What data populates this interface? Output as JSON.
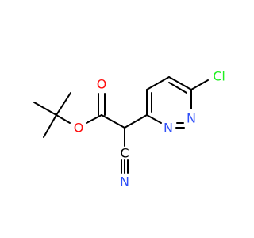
{
  "atoms": {
    "oxygen_carbonyl": {
      "symbol": "O",
      "color": "#FF0D0D"
    },
    "oxygen_ester": {
      "symbol": "O",
      "color": "#FF0D0D"
    },
    "nitrogen_ring_1": {
      "symbol": "N",
      "color": "#3050F8"
    },
    "nitrogen_ring_2": {
      "symbol": "N",
      "color": "#3050F8"
    },
    "chlorine": {
      "symbol": "Cl",
      "color": "#1FF01F"
    },
    "nitrogen_nitrile": {
      "symbol": "N",
      "color": "#3050F8"
    },
    "carbon_nitrile": {
      "symbol": "C",
      "color": "#000000"
    }
  }
}
